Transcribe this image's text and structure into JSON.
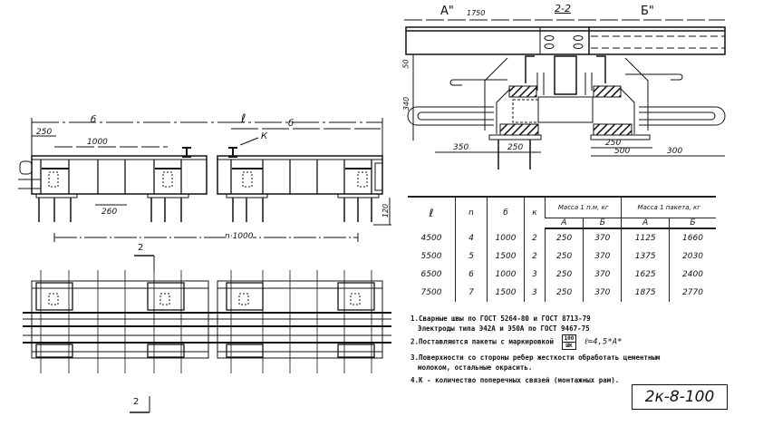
{
  "elevation": {
    "dim_total": "ℓ",
    "dim_b_left": "б",
    "dim_b_right": "б",
    "dim_250": "250",
    "dim_1000": "1000",
    "dim_260": "260",
    "dim_n1000": "n·1000",
    "label_k": "К",
    "dim_side": "120"
  },
  "plan": {
    "section_mark_top": "2",
    "section_mark_bottom": "2"
  },
  "section": {
    "title": "2-2",
    "label_a": "A\"",
    "label_b": "Б\"",
    "dim_1750": "1750",
    "dim_50": "50",
    "dim_340": "340",
    "dim_350": "350",
    "dim_250_left": "250",
    "dim_250_right": "250",
    "dim_500": "500",
    "dim_300": "300"
  },
  "table": {
    "headers": {
      "l": "ℓ",
      "n": "n",
      "b": "б",
      "k": "к",
      "mass_per_m": "Масса 1 п.м, кг",
      "mass_per_pack": "Масса 1 пакета, кг",
      "a": "А",
      "bb": "Б"
    },
    "rows": [
      [
        "4500",
        "4",
        "1000",
        "2",
        "250",
        "370",
        "1125",
        "1660"
      ],
      [
        "5500",
        "5",
        "1500",
        "2",
        "250",
        "370",
        "1375",
        "2030"
      ],
      [
        "6500",
        "6",
        "1000",
        "3",
        "250",
        "370",
        "1625",
        "2400"
      ],
      [
        "7500",
        "7",
        "1500",
        "3",
        "250",
        "370",
        "1875",
        "2770"
      ]
    ]
  },
  "notes": {
    "n1a": "1.Сварные швы по ГОСТ 5264-80 и ГОСТ 8713-79",
    "n1b": "Электроды типа Э42А и Э50А по ГОСТ 9467-75",
    "n2": "2.Поставляются пакеты с маркировкой",
    "n2_mark_top": "100",
    "n2_mark_bottom": "ШК",
    "n2_formula": "ℓ=4,5*А*",
    "n3a": "3.Поверхности со стороны ребер жесткости обработать цементным",
    "n3b": "молоком, остальные окрасить.",
    "n4": "4.К - количество поперечных связей (монтажных рам)."
  },
  "stamp": "2к-8-100"
}
